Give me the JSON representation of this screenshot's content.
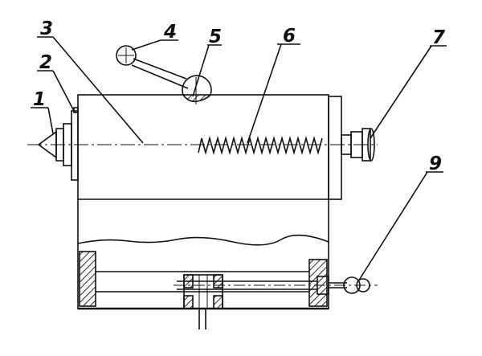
{
  "callouts": {
    "c1": "1",
    "c2": "2",
    "c3": "3",
    "c4": "4",
    "c5": "5",
    "c6": "6",
    "c7": "7",
    "c9": "9"
  }
}
